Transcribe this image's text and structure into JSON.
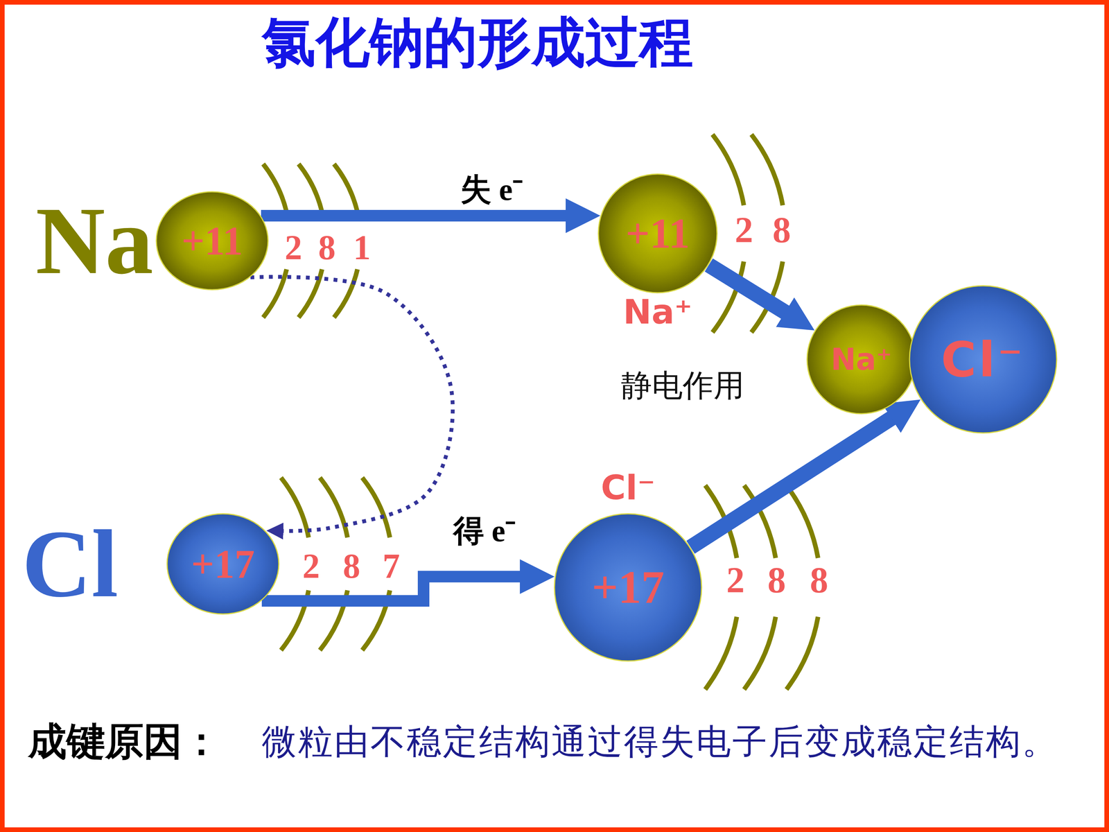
{
  "diagram": {
    "title": "氯化钠的形成过程",
    "nodes": [
      {
        "text": [
          "Na",
          "+11"
        ]
      },
      {
        "text": [
          "+11",
          "Na⁺"
        ]
      },
      {
        "text": [
          "Na⁺"
        ]
      },
      {
        "text": [
          "Cl⁻"
        ]
      },
      {
        "text": [
          "Cl",
          "+17"
        ]
      },
      {
        "text": [
          "Cl⁻",
          "+17"
        ]
      }
    ],
    "edges": [
      {
        "from": 0,
        "to": 1,
        "label": "失 e⁻",
        "arrow": "to"
      },
      {
        "from": 0,
        "to": 4,
        "arrow": "to"
      },
      {
        "from": 4,
        "to": 5,
        "label": "得 e⁻",
        "arrow": "to"
      },
      {
        "from": 1,
        "to": 2,
        "arrow": "to"
      },
      {
        "from": 5,
        "to": 3,
        "arrow": "to"
      }
    ],
    "labels": [
      "2",
      "8",
      "1",
      "2",
      "8",
      "静电作用",
      "2",
      "8",
      "7",
      "2",
      "8",
      "8",
      "成键原因：",
      "微粒由不稳定结构通过得失电子后变成稳定结构。"
    ]
  }
}
